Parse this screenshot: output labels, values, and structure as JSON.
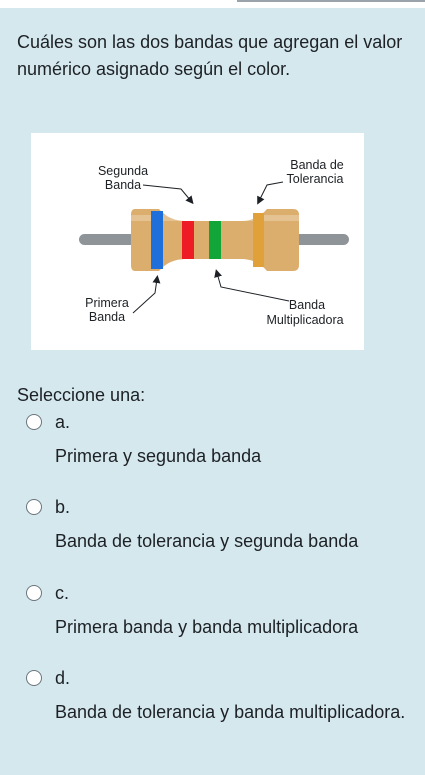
{
  "question": {
    "text": "Cuáles son las dos bandas que agregan el valor numérico asignado según el color."
  },
  "figure": {
    "labels": {
      "segunda_banda_l1": "Segunda",
      "segunda_banda_l2": "Banda",
      "tolerancia_l1": "Banda de",
      "tolerancia_l2": "Tolerancia",
      "primera_banda_l1": "Primera",
      "primera_banda_l2": "Banda",
      "multiplicadora_l1": "Banda",
      "multiplicadora_l2": "Multiplicadora"
    },
    "colors": {
      "body": "#dcae6e",
      "lead": "#8f9499",
      "band_1": "#1e6fd9",
      "band_2": "#ee1c25",
      "band_3": "#12a538",
      "band_4": "#e0a13a"
    }
  },
  "prompt": "Seleccione una:",
  "options": [
    {
      "letter": "a.",
      "text": "Primera y segunda banda"
    },
    {
      "letter": "b.",
      "text": "Banda de tolerancia y segunda banda"
    },
    {
      "letter": "c.",
      "text": "Primera banda y banda multiplicadora"
    },
    {
      "letter": "d.",
      "text": "Banda de tolerancia y banda multiplicadora."
    }
  ]
}
